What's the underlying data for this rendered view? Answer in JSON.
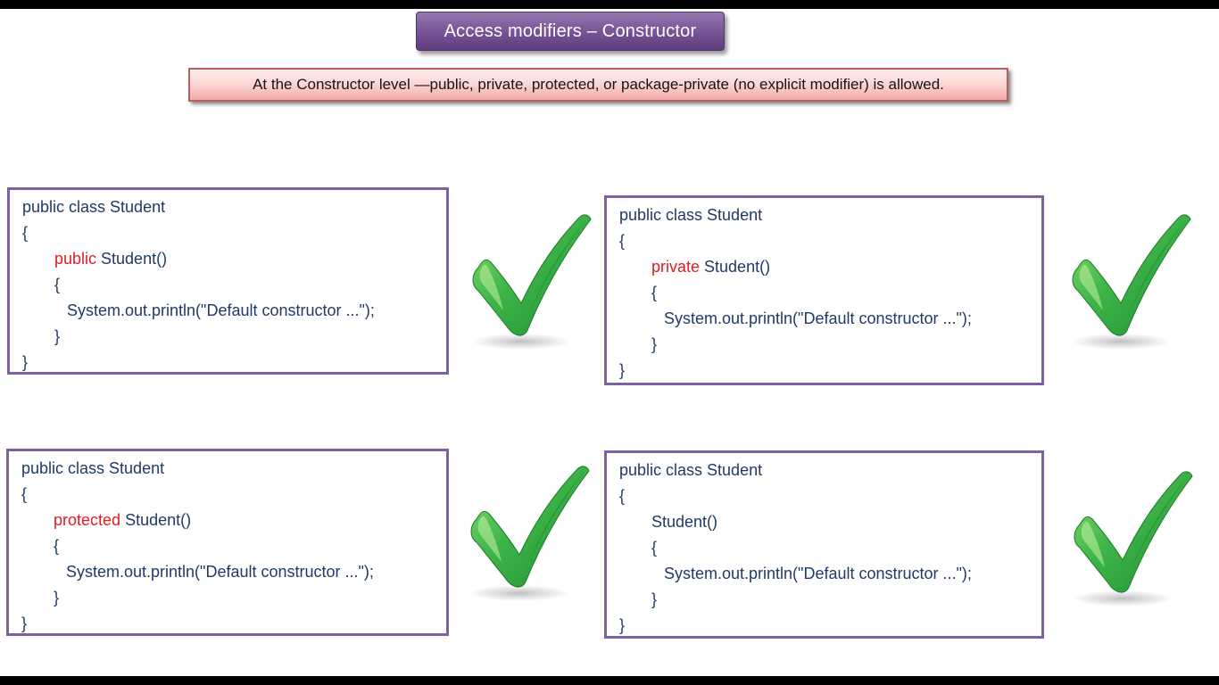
{
  "slide": {
    "title": "Access modifiers – Constructor",
    "note": "At the Constructor  level —public, private, protected, or package-private (no explicit modifier) is allowed."
  },
  "colors": {
    "banner_purple_top": "#9478b0",
    "banner_purple_bottom": "#5e3c7e",
    "note_border": "#b4605e",
    "note_pink_top": "#feeceb",
    "note_pink_bottom": "#f3a9a6",
    "box_border_purple": "#7e62a0",
    "code_navy": "#1f3a68",
    "modifier_red": "#e11c22",
    "check_green": "#3db448"
  },
  "examples": [
    {
      "name": "public-constructor",
      "result": "allowed",
      "result_icon": "green-checkmark",
      "lines": [
        {
          "indent": 0,
          "segments": [
            {
              "text": "public class Student"
            }
          ]
        },
        {
          "indent": 0,
          "segments": [
            {
              "text": "{"
            }
          ]
        },
        {
          "indent": 1,
          "segments": [
            {
              "text": "public",
              "red": true
            },
            {
              "text": " Student()"
            }
          ]
        },
        {
          "indent": 1,
          "segments": [
            {
              "text": "{"
            }
          ]
        },
        {
          "indent": 2,
          "segments": [
            {
              "text": "System.out.println(\"Default constructor ...\");"
            }
          ]
        },
        {
          "indent": 1,
          "segments": [
            {
              "text": "}"
            }
          ]
        },
        {
          "indent": 0,
          "segments": [
            {
              "text": "}"
            }
          ]
        }
      ]
    },
    {
      "name": "private-constructor",
      "result": "allowed",
      "result_icon": "green-checkmark",
      "lines": [
        {
          "indent": 0,
          "segments": [
            {
              "text": "public class Student"
            }
          ]
        },
        {
          "indent": 0,
          "segments": [
            {
              "text": "{"
            }
          ]
        },
        {
          "indent": 1,
          "segments": [
            {
              "text": "private",
              "red": true
            },
            {
              "text": " Student()"
            }
          ]
        },
        {
          "indent": 1,
          "segments": [
            {
              "text": "{"
            }
          ]
        },
        {
          "indent": 2,
          "segments": [
            {
              "text": "System.out.println(\"Default constructor ...\");"
            }
          ]
        },
        {
          "indent": 1,
          "segments": [
            {
              "text": "}"
            }
          ]
        },
        {
          "indent": 0,
          "segments": [
            {
              "text": "}"
            }
          ]
        }
      ]
    },
    {
      "name": "protected-constructor",
      "result": "allowed",
      "result_icon": "green-checkmark",
      "lines": [
        {
          "indent": 0,
          "segments": [
            {
              "text": "public class Student"
            }
          ]
        },
        {
          "indent": 0,
          "segments": [
            {
              "text": "{"
            }
          ]
        },
        {
          "indent": 1,
          "segments": [
            {
              "text": "protected",
              "red": true
            },
            {
              "text": " Student()"
            }
          ]
        },
        {
          "indent": 1,
          "segments": [
            {
              "text": "{"
            }
          ]
        },
        {
          "indent": 2,
          "segments": [
            {
              "text": "System.out.println(\"Default constructor ...\");"
            }
          ]
        },
        {
          "indent": 1,
          "segments": [
            {
              "text": "}"
            }
          ]
        },
        {
          "indent": 0,
          "segments": [
            {
              "text": "}"
            }
          ]
        }
      ]
    },
    {
      "name": "package-private-constructor",
      "result": "allowed",
      "result_icon": "green-checkmark",
      "lines": [
        {
          "indent": 0,
          "segments": [
            {
              "text": "public class Student"
            }
          ]
        },
        {
          "indent": 0,
          "segments": [
            {
              "text": "{"
            }
          ]
        },
        {
          "indent": 1,
          "segments": [
            {
              "text": "Student()"
            }
          ]
        },
        {
          "indent": 1,
          "segments": [
            {
              "text": "{"
            }
          ]
        },
        {
          "indent": 2,
          "segments": [
            {
              "text": "System.out.println(\"Default constructor ...\");"
            }
          ]
        },
        {
          "indent": 1,
          "segments": [
            {
              "text": "}"
            }
          ]
        },
        {
          "indent": 0,
          "segments": [
            {
              "text": "}"
            }
          ]
        }
      ]
    }
  ]
}
